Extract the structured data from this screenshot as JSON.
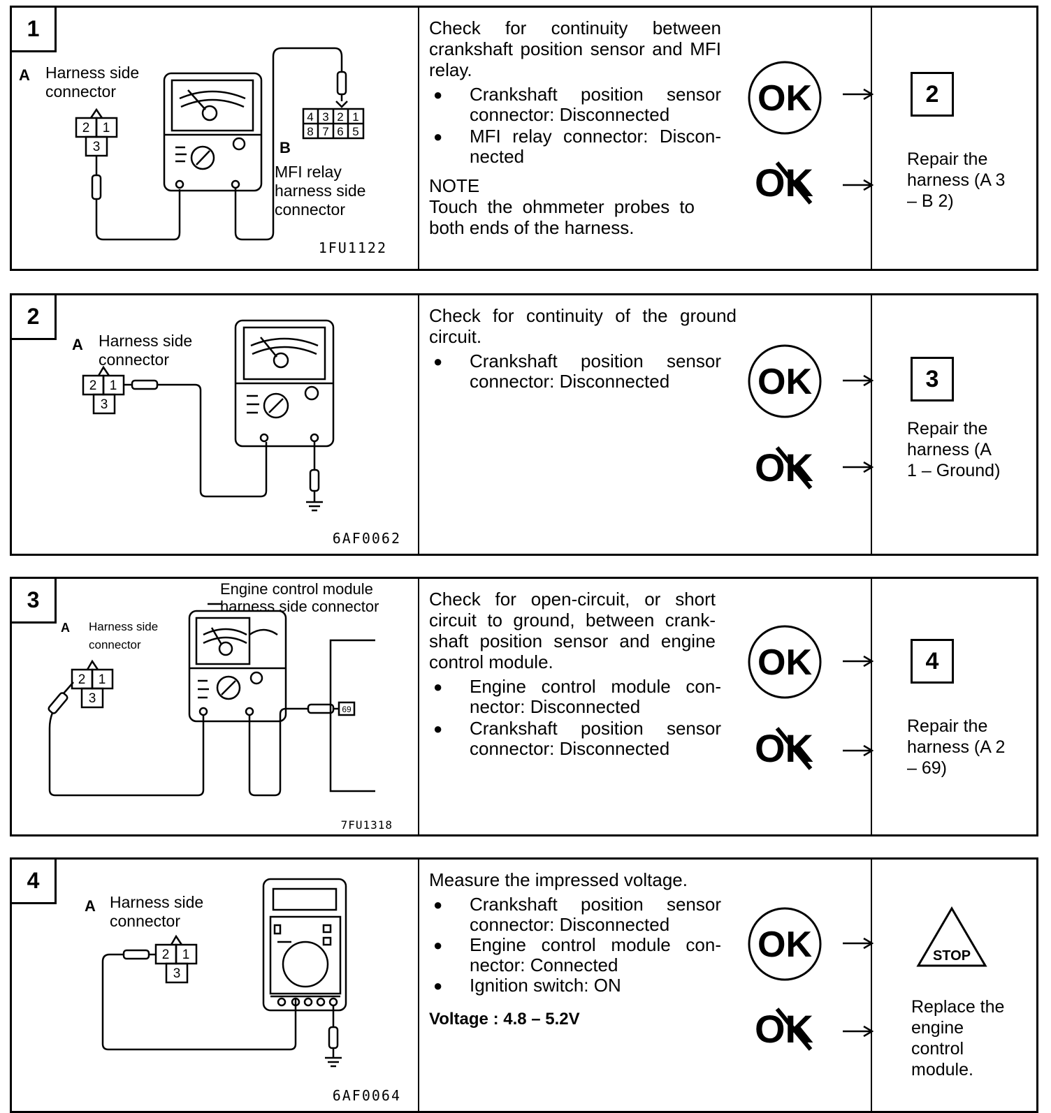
{
  "steps": [
    {
      "number": "1",
      "fig": {
        "label_a": "A",
        "label_a_text": "Harness side connector",
        "pins_a": [
          "2",
          "1",
          "3"
        ],
        "label_b": "B",
        "label_b_text": "MFI relay harness side connector",
        "pins_b_top": [
          "4",
          "3",
          "2",
          "1"
        ],
        "pins_b_bottom": [
          "8",
          "7",
          "6",
          "5"
        ],
        "code": "1FU1122"
      },
      "heading": "Check for continuity between crankshaft position sensor and MFI relay.",
      "bullets": [
        "Crankshaft position sensor connector: Disconnected",
        "MFI relay connector: Discon-nected"
      ],
      "note_title": "NOTE",
      "note_text": "Touch the ohmmeter probes to both ends of the harness.",
      "voltage": "",
      "ok_label": "OK",
      "next_step": "2",
      "ng_action": "Repair the harness (A 3 – B 2)"
    },
    {
      "number": "2",
      "fig": {
        "label_a": "A",
        "label_a_text": "Harness side connector",
        "pins_a": [
          "2",
          "1",
          "3"
        ],
        "code": "6AF0062"
      },
      "heading": "Check for continuity of the ground circuit.",
      "bullets": [
        "Crankshaft position sensor connector: Disconnected"
      ],
      "ok_label": "OK",
      "next_step": "3",
      "ng_action": "Repair the harness (A 1 – Ground)"
    },
    {
      "number": "3",
      "fig": {
        "label_a": "A",
        "label_a_text": "Harness side connector",
        "pins_a": [
          "2",
          "1",
          "3"
        ],
        "label_ecm": "Engine control module harness side connector",
        "terminal": "69",
        "code": "7FU1318"
      },
      "heading": "Check for open-circuit, or short circuit to ground, between crank-shaft position sensor and engine control module.",
      "bullets": [
        "Engine control module con-nector: Disconnected",
        "Crankshaft position sensor connector: Disconnected"
      ],
      "ok_label": "OK",
      "next_step": "4",
      "ng_action": "Repair the harness (A 2 – 69)"
    },
    {
      "number": "4",
      "fig": {
        "label_a": "A",
        "label_a_text": "Harness side connector",
        "pins_a": [
          "2",
          "1",
          "3"
        ],
        "code": "6AF0064"
      },
      "heading": "Measure the impressed voltage.",
      "bullets": [
        "Crankshaft position sensor connector: Disconnected",
        "Engine control module con-nector: Connected",
        "Ignition switch: ON"
      ],
      "voltage": "Voltage : 4.8 – 5.2V",
      "ok_label": "OK",
      "next_step": "STOP",
      "ng_action": "Replace the engine control module."
    }
  ]
}
